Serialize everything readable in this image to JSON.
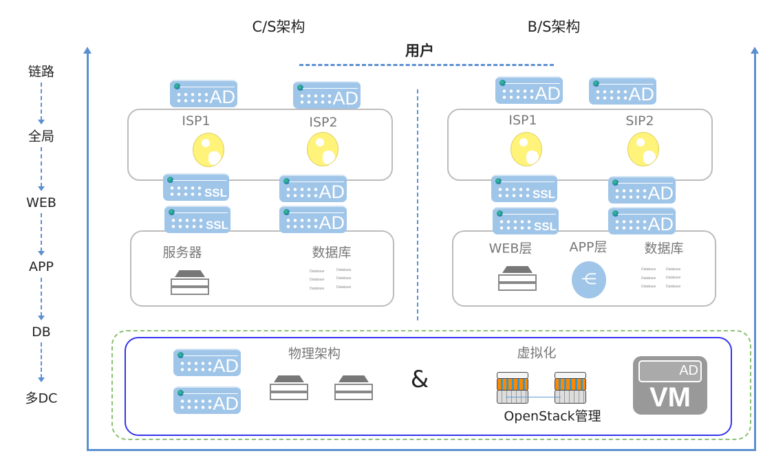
{
  "headers": {
    "cs": "C/S架构",
    "bs": "B/S架构",
    "user": "用户"
  },
  "layers": [
    "链路",
    "全局",
    "WEB",
    "APP",
    "DB",
    "多DC"
  ],
  "cs": {
    "isp1": "ISP1",
    "isp2": "ISP2",
    "server": "服务器",
    "database": "数据库",
    "devices": {
      "ad": "AD",
      "ssl": "SSL"
    }
  },
  "bs": {
    "isp1": "ISP1",
    "isp2": "SIP2",
    "web": "WEB层",
    "app": "APP层",
    "database": "数据库"
  },
  "db_items": [
    "Database",
    "Database",
    "Database",
    "Database",
    "Database",
    "Database"
  ],
  "dc": {
    "physical": "物理架构",
    "amp": "&",
    "virtual": "虚拟化",
    "openstack": "OpenStack管理",
    "vm": "VM",
    "ad": "AD"
  },
  "colors": {
    "device": "#9fc5e8",
    "axis": "#5b8fd0",
    "dc_border": "#3333ee",
    "dc_outer": "#88c070",
    "vm": "#999999"
  }
}
